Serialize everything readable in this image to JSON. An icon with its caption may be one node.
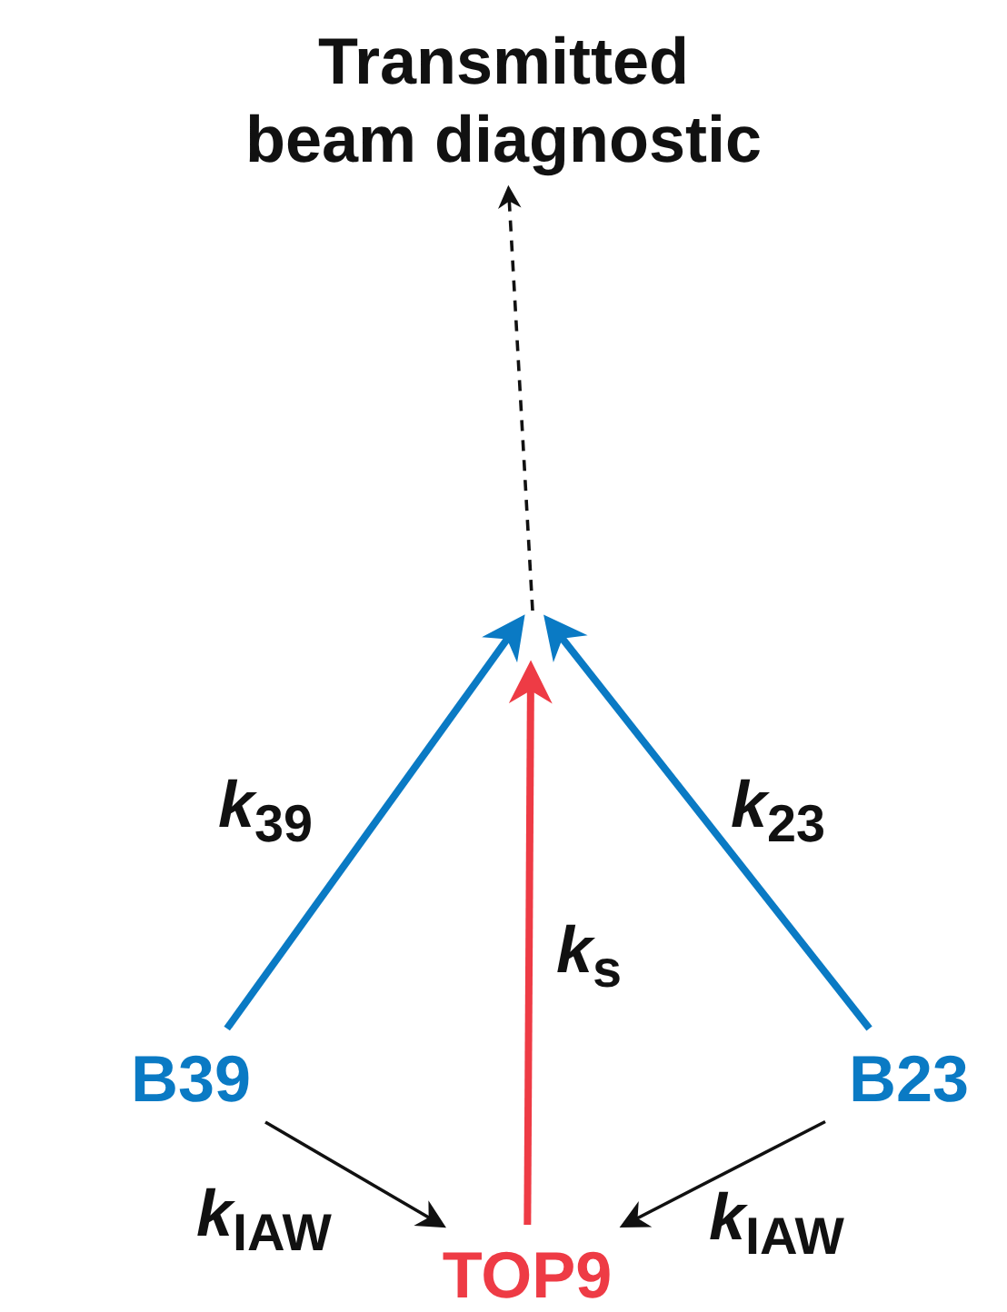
{
  "diagram": {
    "nodes": [
      {
        "text": [
          "Transmitted beam diagnostic"
        ]
      },
      {
        "text": [
          "B39"
        ]
      },
      {
        "text": [
          "B23"
        ]
      },
      {
        "text": [
          "TOP9"
        ]
      }
    ],
    "edges": [
      {
        "from": 1,
        "to": null,
        "arrow": "to",
        "label": "*k*$_{39}$",
        "style": "thick",
        "color": "#0a7ac4"
      },
      {
        "from": 2,
        "to": null,
        "arrow": "to",
        "label": "*k*$_{23}$",
        "style": "thick",
        "color": "#0a7ac4"
      },
      {
        "from": 3,
        "to": null,
        "arrow": "to",
        "label": "*k*$_{s}$",
        "style": "thick",
        "color": "#ee3b45"
      },
      {
        "from": null,
        "to": 0,
        "arrow": "to",
        "style": "dashed"
      },
      {
        "from": 1,
        "to": 3,
        "arrow": "to",
        "label": "*k*$_{IAW}$"
      },
      {
        "from": 2,
        "to": 3,
        "arrow": "to",
        "label": "*k*$_{IAW}$"
      }
    ]
  }
}
